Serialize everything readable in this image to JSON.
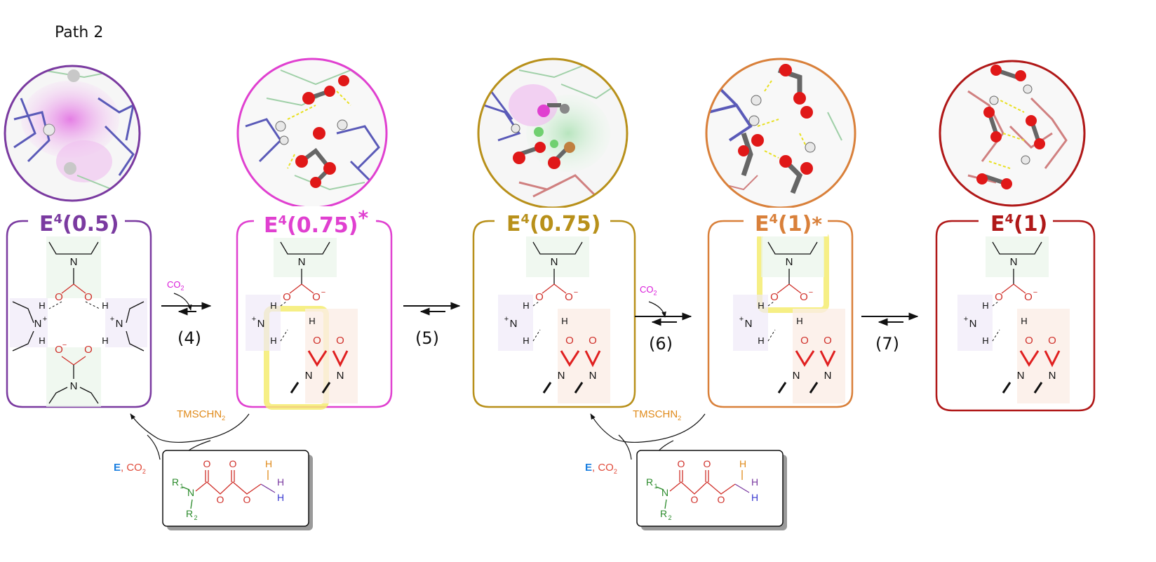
{
  "path_label": "Path 2",
  "states": [
    {
      "base": "E",
      "sup": "4",
      "arg": "(0.5)",
      "star": "",
      "color": "#7a3aa0"
    },
    {
      "base": "E",
      "sup": "4",
      "arg": "(0.75)",
      "star": "*",
      "color": "#e040d0"
    },
    {
      "base": "E",
      "sup": "4",
      "arg": "(0.75)",
      "star": "",
      "color": "#b8901a"
    },
    {
      "base": "E",
      "sup": "4",
      "arg": "(1)",
      "star": "*",
      "color": "#d9803a"
    },
    {
      "base": "E",
      "sup": "4",
      "arg": "(1)",
      "star": "",
      "color": "#b01818"
    }
  ],
  "steps": [
    "(4)",
    "(5)",
    "(6)",
    "(7)"
  ],
  "co2_label": {
    "main": "CO",
    "sub": "2"
  },
  "tmschn2_label": {
    "main": "TMSCHN",
    "sub": "2"
  },
  "e_co2_label": {
    "e": "E",
    "rest": ", CO",
    "sub": "2"
  },
  "product": {
    "R1": "R",
    "R1_sub": "1",
    "R2": "R",
    "R2_sub": "2",
    "N": "N",
    "O": "O",
    "H": "H"
  },
  "atoms": {
    "N": "N",
    "O": "O",
    "H": "H",
    "Nplus": "N",
    "plus": "+",
    "minus": "−"
  }
}
